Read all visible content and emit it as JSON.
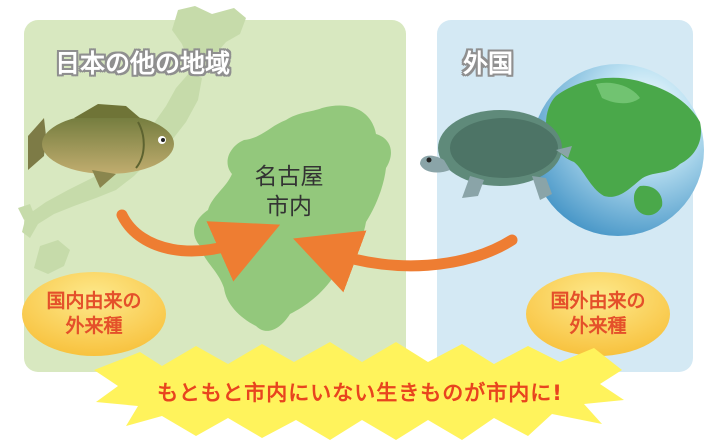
{
  "panels": {
    "domestic_title": "日本の他の地域",
    "foreign_title": "外国"
  },
  "city_label": {
    "line1": "名古屋",
    "line2": "市内"
  },
  "domestic_oval": {
    "line1": "国内由来の",
    "line2": "外来種"
  },
  "foreign_oval": {
    "line1": "国外由来の",
    "line2": "外来種"
  },
  "banner": {
    "text": "もともと市内にいない生きものが市内に!"
  },
  "colors": {
    "domestic_panel": "#d8e8c0",
    "foreign_panel": "#d4e9f4",
    "city_shape": "#93c87c",
    "arrow": "#ee7d32",
    "oval": "#fbd25b",
    "burst": "#fff35c",
    "accent_text": "#e4502a"
  },
  "illustrations": {
    "domestic_animal": "crucian-carp-icon",
    "foreign_animal": "snapping-turtle-icon",
    "globe": "globe-asia-icon",
    "japan_map": "japan-map-icon"
  }
}
